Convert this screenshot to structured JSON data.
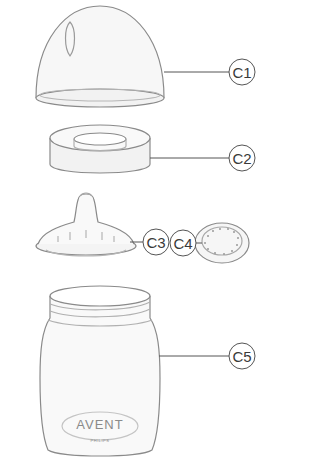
{
  "diagram": {
    "labels": [
      "C1",
      "C2",
      "C3",
      "C4",
      "C5",
      "AVENT",
      "PHILIPS"
    ]
  }
}
